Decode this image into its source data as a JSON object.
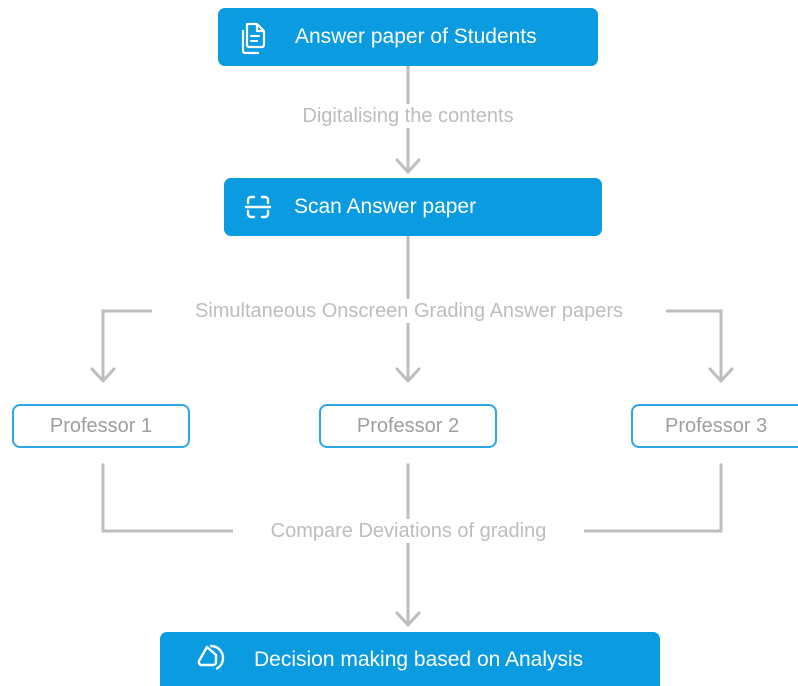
{
  "colors": {
    "primary_node": "#0a9be0",
    "outline_border": "#2ea7e6",
    "connector": "#bdbdbd",
    "outline_text": "#9e9e9e"
  },
  "nodes": {
    "answer_paper": {
      "label": "Answer paper of Students",
      "icon": "document-icon"
    },
    "scan": {
      "label": "Scan Answer paper",
      "icon": "scan-icon"
    },
    "professor_1": {
      "label": "Professor 1"
    },
    "professor_2": {
      "label": "Professor 2"
    },
    "professor_3": {
      "label": "Professor 3"
    },
    "decision": {
      "label": "Decision making based on Analysis",
      "icon": "pie-chart-icon"
    }
  },
  "connectors": {
    "digitalising": "Digitalising the contents",
    "simultaneous": "Simultaneous Onscreen Grading Answer papers",
    "compare": "Compare Deviations of grading"
  }
}
